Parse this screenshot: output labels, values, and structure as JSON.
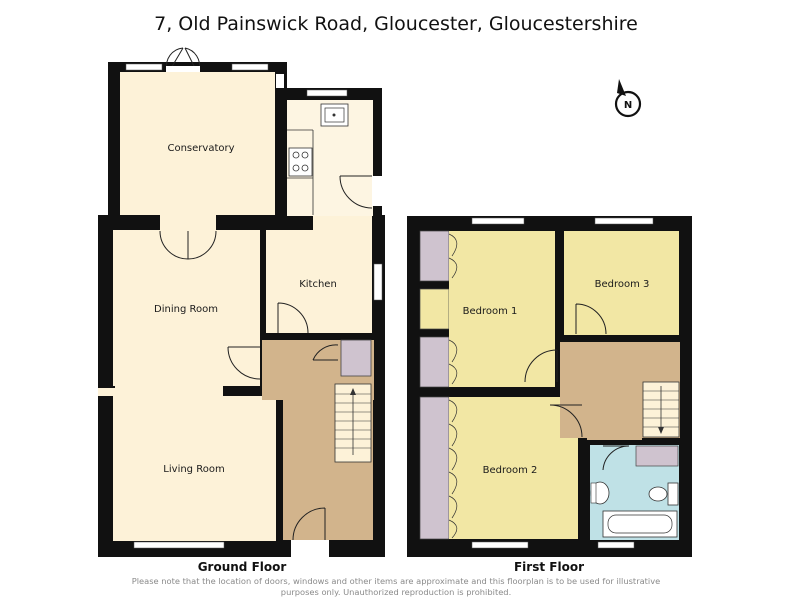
{
  "title": "7, Old Painswick Road, Gloucester, Gloucestershire",
  "compass": {
    "icon": "north-compass-icon",
    "label": "N"
  },
  "floors": [
    {
      "name": "Ground Floor"
    },
    {
      "name": "First Floor"
    }
  ],
  "rooms": {
    "conservatory": "Conservatory",
    "kitchen": "Kitchen",
    "dining_room": "Dining Room",
    "living_room": "Living Room",
    "bedroom_1": "Bedroom 1",
    "bedroom_2": "Bedroom 2",
    "bedroom_3": "Bedroom 3"
  },
  "disclaimer": {
    "line1": "Please note that the location of doors, windows and other items are approximate and this floorplan is to be used for illustrative",
    "line2": "purposes only. Unauthorized reproduction is prohibited."
  },
  "colors": {
    "wall": "#111111",
    "ground_floor_room": "#fdf2d8",
    "bedroom": "#f2e7a4",
    "landing_hall": "#d2b48c",
    "bathroom": "#bfe1e6",
    "storage": "#cfc3cf",
    "cream": "#fdf5e2"
  }
}
